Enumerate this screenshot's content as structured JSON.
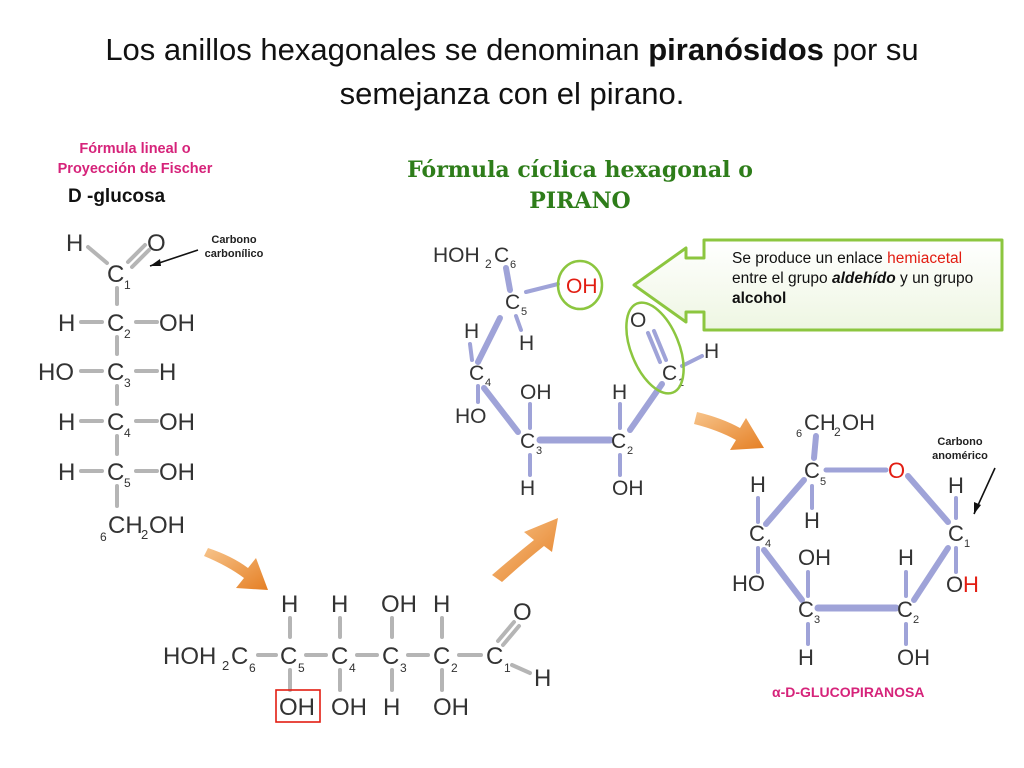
{
  "title": {
    "part1": "Los anillos hexagonales se denominan ",
    "bold": "piranósidos",
    "part2": " por su semejanza con el pirano."
  },
  "fischer": {
    "label_line1": "Fórmula lineal o",
    "label_line2": "Proyección de Fischer",
    "name": "D -glucosa",
    "carbonyl_line1": "Carbono",
    "carbonyl_line2": "carbonílico"
  },
  "cyclic": {
    "label_line1": "Fórmula cíclica hexagonal o",
    "label_line2": "PIRANO"
  },
  "callout": {
    "t1": "Se produce un enlace ",
    "t2": "hemiacetal",
    "t3": " entre el grupo ",
    "t4": "aldehído",
    "t5": " y un grupo ",
    "t6": "alcohol"
  },
  "anomeric": {
    "line1": "Carbono",
    "line2": "anomérico"
  },
  "product_name": "-D-GLUCOPIRANOSA",
  "alpha_symbol": "α",
  "colors": {
    "pink": "#d6237a",
    "green_title": "#2e7d1a",
    "callout_border": "#8cc63f",
    "arrow_orange": "#e8892b",
    "bond_blue": "#9fa3d8",
    "red": "#e21d12"
  }
}
